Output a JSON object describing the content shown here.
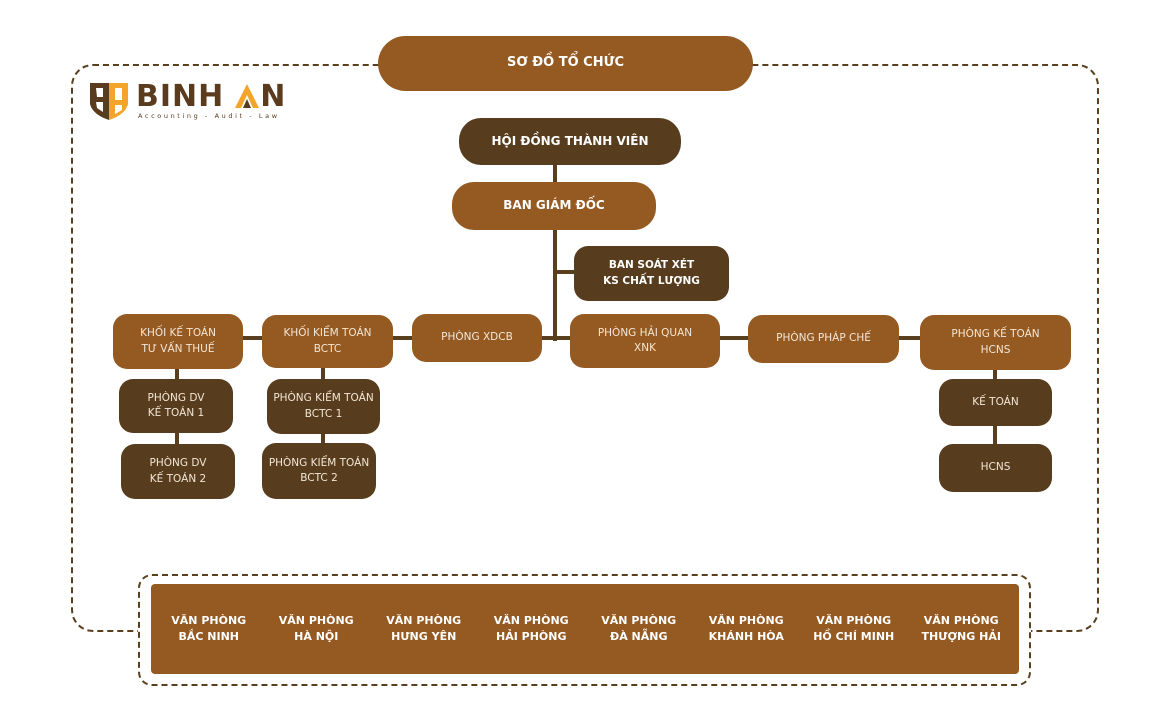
{
  "title": "SƠ ĐỒ TỔ CHỨC",
  "logo": {
    "icon": "ba-shield-logo-icon",
    "name_part1": "BINH",
    "name_part2": "AN",
    "tagline": "Accounting - Audit - Law",
    "colors": {
      "brown": "#5a3b1e",
      "gold": "#f2a52a"
    }
  },
  "colors": {
    "light_box": "#955a22",
    "dark_box": "#573d1d",
    "connector": "#5a3f1f"
  },
  "nodes": {
    "board": "HỘI ĐỒNG THÀNH VIÊN",
    "directors": "BAN GIÁM ĐỐC",
    "quality_control": "BAN SOÁT XÉT\nKS CHẤT LƯỢNG",
    "departments": [
      {
        "label": "KHỐI KẾ TOÁN\nTƯ VẤN THUẾ",
        "children": [
          "PHÒNG DV\nKẾ TOÁN 1",
          "PHÒNG DV\nKẾ TOÁN 2"
        ]
      },
      {
        "label": "KHỐI KIỂM TOÁN\nBCTC",
        "children": [
          "PHÒNG KIỂM TOÁN\nBCTC 1",
          "PHÒNG KIỂM TOÁN\nBCTC  2"
        ]
      },
      {
        "label": "PHÒNG XDCB",
        "children": []
      },
      {
        "label": "PHÒNG HẢI QUAN\nXNK",
        "children": []
      },
      {
        "label": "PHÒNG PHÁP CHẾ",
        "children": []
      },
      {
        "label": "PHÒNG KẾ TOÁN\nHCNS",
        "children": [
          "KẾ TOÁN",
          "HCNS"
        ]
      }
    ]
  },
  "offices": [
    "VĂN PHÒNG\nBẮC NINH",
    "VĂN PHÒNG\nHÀ NỘI",
    "VĂN PHÒNG\nHƯNG YÊN",
    "VĂN PHÒNG\nHẢI PHÒNG",
    "VĂN PHÒNG\nĐÀ NẴNG",
    "VĂN PHÒNG\nKHÁNH HÒA",
    "VĂN PHÒNG\nHỒ CHÍ MINH",
    "VĂN PHÒNG\nTHƯỢNG HẢI"
  ]
}
